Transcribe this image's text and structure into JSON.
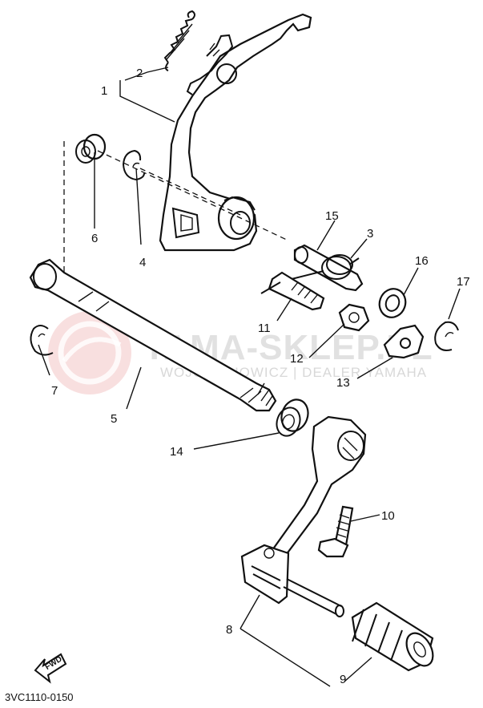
{
  "diagram": {
    "code": "3VC1110-0150",
    "fwd_label": "FWD",
    "watermark": {
      "brand": "YAMA-SKLEP.PL",
      "sub": "WOJCIECHOWICZ | DEALER YAMAHA"
    },
    "callouts": [
      "1",
      "2",
      "3",
      "4",
      "5",
      "6",
      "7",
      "8",
      "9",
      "10",
      "11",
      "12",
      "13",
      "14",
      "15",
      "16",
      "17"
    ]
  }
}
